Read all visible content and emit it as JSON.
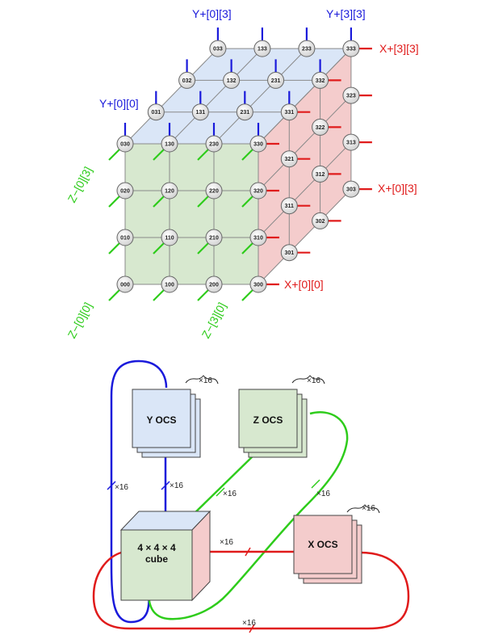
{
  "torus": {
    "front_nodes": [
      [
        "000",
        "100",
        "200",
        "300"
      ],
      [
        "010",
        "110",
        "210",
        "310"
      ],
      [
        "020",
        "120",
        "220",
        "320"
      ],
      [
        "030",
        "130",
        "230",
        "330"
      ]
    ],
    "right_nodes": {
      "mid1": [
        "301",
        "311",
        "321",
        "331"
      ],
      "mid2": [
        "302",
        "312",
        "322",
        "332"
      ],
      "back": [
        "303",
        "313",
        "323",
        "333"
      ]
    },
    "top_nodes": {
      "mid1": [
        "031",
        "131",
        "231"
      ],
      "mid2": [
        "032",
        "132",
        "231"
      ],
      "back": [
        "033",
        "133",
        "233"
      ]
    },
    "labels": {
      "y00": "Y+[0][0]",
      "y03": "Y+[0][3]",
      "y33": "Y+[3][3]",
      "x33": "X+[3][3]",
      "x03": "X+[0][3]",
      "x00": "X+[0][0]",
      "z03": "Z−[0][3]",
      "z00": "Z−[0][0]",
      "z30": "Z−[3][0]"
    }
  },
  "ocs": {
    "y": "Y OCS",
    "z": "Z OCS",
    "x": "X OCS",
    "cube_line1": "4 × 4 × 4",
    "cube_line2": "cube",
    "mult": "×16"
  },
  "colors": {
    "y": "#1a1adb",
    "x": "#e01b1b",
    "z": "#2ecc1b",
    "green_face": "#d7e8cf",
    "red_face": "#f4cccc",
    "blue_face": "#dae6f7"
  }
}
